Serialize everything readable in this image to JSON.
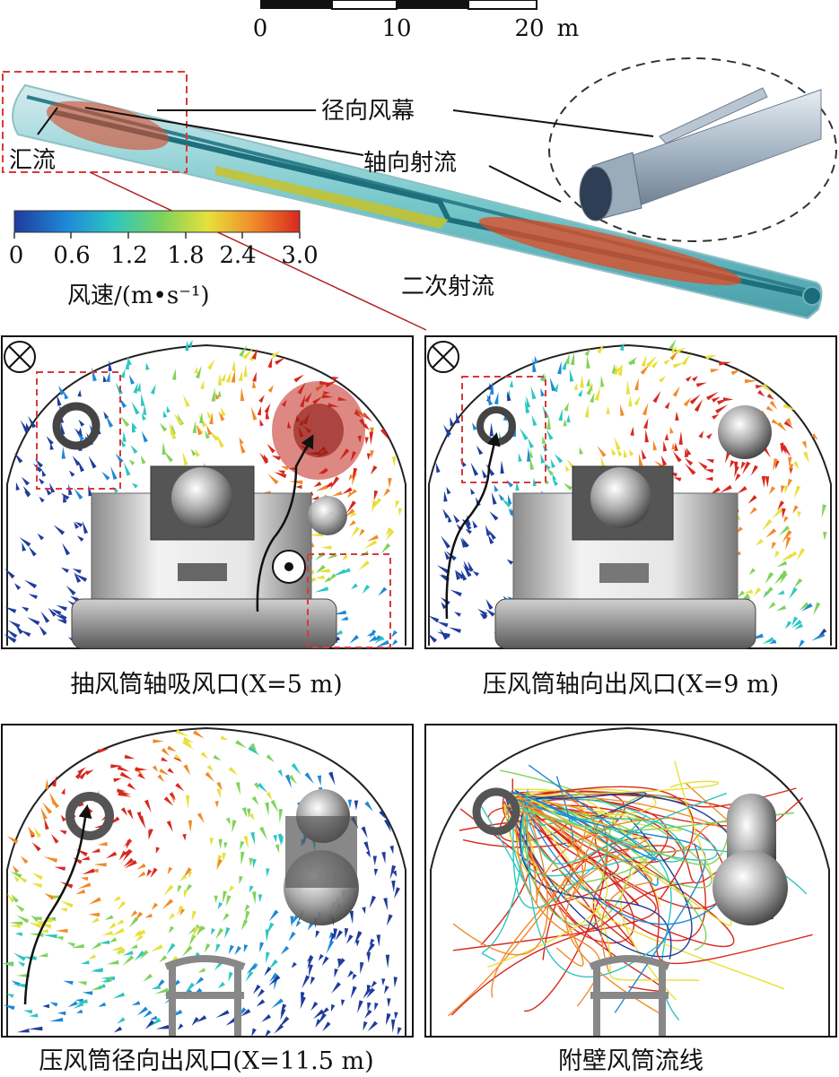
{
  "scale_bar": {
    "ticks": [
      "0",
      "10",
      "20"
    ],
    "unit": "m"
  },
  "overview": {
    "label_radial_curtain": "径向风幕",
    "label_axial_jet": "轴向射流",
    "label_confluence": "汇流",
    "label_secondary_jet": "二次射流"
  },
  "colorbar": {
    "ticks": [
      "0",
      "0.6",
      "1.2",
      "1.8",
      "2.4",
      "3.0"
    ],
    "title": "风速/(m•s⁻¹)",
    "colors": [
      "#1f3c9c",
      "#1e88d8",
      "#2ec6c0",
      "#7fd35a",
      "#e8e03a",
      "#f08a2a",
      "#d8281e"
    ]
  },
  "panels": {
    "p1": {
      "caption": "抽风筒轴吸风口(X=5 m)"
    },
    "p2": {
      "caption": "压风筒轴向出风口(X=9 m)"
    },
    "p3": {
      "caption": "压风筒径向出风口(X=11.5 m)"
    },
    "p4": {
      "caption": "附壁风筒流线"
    }
  }
}
